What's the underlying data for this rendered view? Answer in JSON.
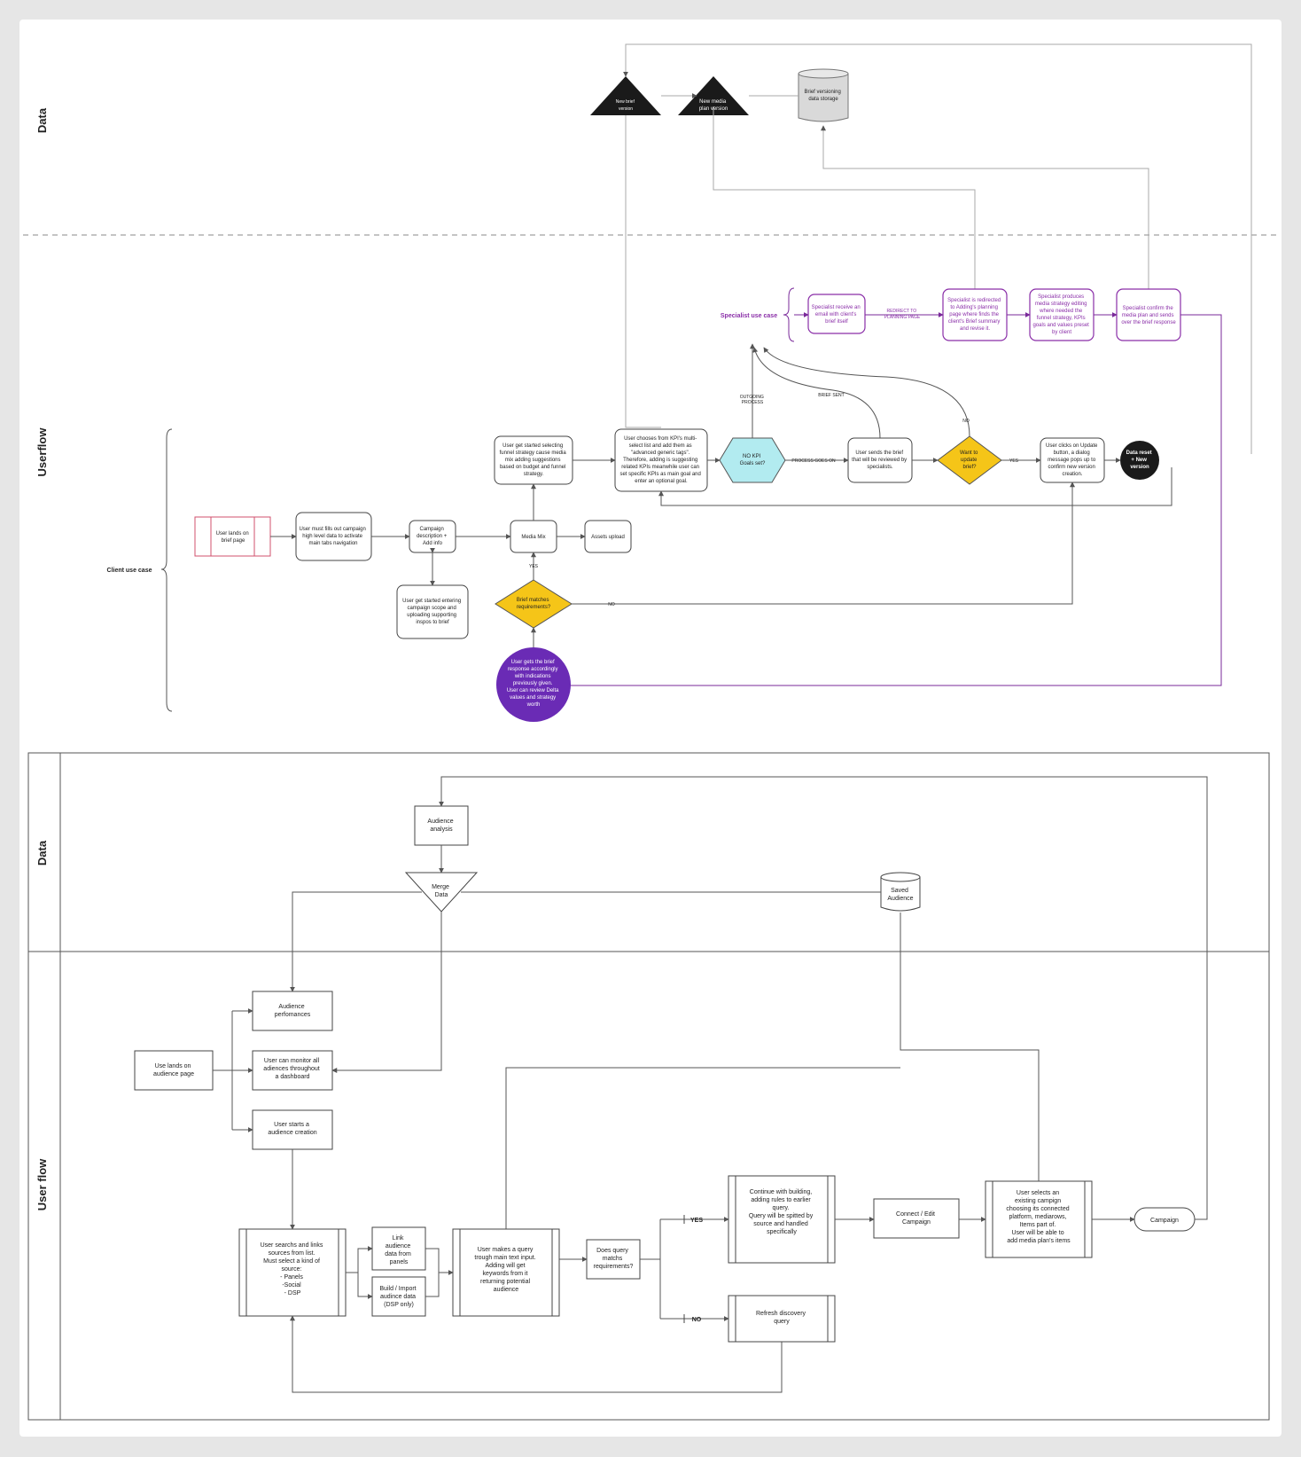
{
  "top": {
    "lanes": {
      "data": "Data",
      "userflow": "Userflow"
    },
    "client_use_case": "Client use case",
    "specialist_use_case": "Specialist use case",
    "data_nodes": {
      "new_brief_version": [
        "New brief",
        "version"
      ],
      "new_media_plan_version": [
        "New media",
        "plan version"
      ],
      "brief_versioning_storage": [
        "Brief versioning",
        "data storage"
      ]
    },
    "specialist_steps": {
      "receive_email": [
        "Specialist receive an",
        "email with client's",
        "brief itself"
      ],
      "redirected": [
        "Specialist is redirected",
        "to Adding's planning",
        "page where finds the",
        "client's Brief summary",
        "and revise it."
      ],
      "produces": [
        "Specialist produces",
        "media strategy editing",
        "where needed the",
        "funnel strategy, KPIs",
        "goals and values preset",
        "by client"
      ],
      "confirm": [
        "Specialist confirm the",
        "media plan and sends",
        "over the brief response"
      ]
    },
    "client_steps": {
      "lands": [
        "User lands on",
        "brief page"
      ],
      "fill_out": [
        "User must fills out campaign",
        "high level data to activate",
        "main tabs navigation"
      ],
      "campaign_desc": [
        "Campaign",
        "description +",
        "Add info"
      ],
      "media_mix": [
        "Media Mix"
      ],
      "assets_upload": [
        "Assets upload"
      ],
      "scope": [
        "User get started entering",
        "campaign scope and",
        "uploading supporting",
        "inspos to brief"
      ],
      "funnel": [
        "User get started selecting",
        "funnel strategy cause media",
        "mix adding suggestions",
        "based on budget and funnel",
        "strategy."
      ],
      "kpis": [
        "User chooses from KPI's multi-",
        "select list and add them as",
        "\"advanced generic tags\".",
        "Therefore, adding is suggesting",
        "related KPIs meanwhile user can",
        "set specific KPIs as main goal and",
        "enter an optional goal."
      ],
      "no_kpi": [
        "NO KPI",
        "Goals set?"
      ],
      "sends_brief": [
        "User sends the brief",
        "that will be reviewed by",
        "specialists."
      ],
      "want_update": [
        "Want to",
        "update",
        "brief?"
      ],
      "update_button": [
        "User clicks on Update",
        "button, a dialog",
        "message pops up to",
        "confirm new version",
        "creation."
      ],
      "data_reset": [
        "Data reset",
        "+ New",
        "version"
      ],
      "brief_matches": [
        "Brief matches",
        "requirements?"
      ],
      "response": [
        "User gets the brief",
        "response accordingly",
        "with indications",
        "previously given.",
        "User can review Delta",
        "values and strategy",
        "worth"
      ]
    },
    "edge_labels": {
      "redirect": [
        "REDIRECT TO",
        "PLANNING PAGE"
      ],
      "outgoing": [
        "OUTGOING",
        "PROCESS"
      ],
      "brief_sent": "BRIEF SENT",
      "process_goes_on": "PROCESS GOES ON",
      "yes_update": "YES",
      "no_update": "NO",
      "yes_match": "YES",
      "no_match": "NO"
    }
  },
  "bottom": {
    "lanes": {
      "data": "Data",
      "userflow": "User flow"
    },
    "audience_analysis": [
      "Audience",
      "analysis"
    ],
    "merge_data": [
      "Merge",
      "Data"
    ],
    "saved_audience": [
      "Saved",
      "Audience"
    ],
    "lands": [
      "Use lands on",
      "audience page"
    ],
    "performances": [
      "Audience",
      "perfomances"
    ],
    "monitor": [
      "User can monitor all",
      "adiences throughout",
      "a dashboard"
    ],
    "starts": [
      "User starts a",
      "audience creation"
    ],
    "searches": [
      "User searchs and links",
      "sources from list.",
      "Must select a kind of",
      "source:",
      "- Panels",
      "-Social",
      "- DSP"
    ],
    "link_panels": [
      "Link",
      "audience",
      "data from",
      "panels"
    ],
    "build_import": [
      "Build / Import",
      "audince data",
      "(DSP only)"
    ],
    "query": [
      "User makes a query",
      "trough main text input.",
      "Adding will get",
      "keywords from it",
      "returning potential",
      "audience"
    ],
    "does_query": [
      "Does query",
      "matchs",
      "requirements?"
    ],
    "yes": "YES",
    "no": "NO",
    "continue": [
      "Continue with building,",
      "adding rules to earlier",
      "query.",
      "",
      "Query will be spitted by",
      "source and handled",
      "specifically"
    ],
    "refresh": [
      "Refresh discovery",
      "query"
    ],
    "connect_edit": [
      "Connect / Edit",
      "Campaign"
    ],
    "selects_campaign": [
      "User selects an",
      "existing campign",
      "choosing its connected",
      "platform, mediarows,",
      "Items part of.",
      "User will be able to",
      "add media plan's items"
    ],
    "campaign": [
      "Campaign"
    ]
  },
  "colors": {
    "purple": "#8a2ea8",
    "purple_fill": "#6a2bb5",
    "yellow": "#f5c518",
    "cyan": "#b2ebf0",
    "black": "#1a1a1a",
    "storage_grey": "#d9d9d9",
    "pink": "#d0506e"
  }
}
